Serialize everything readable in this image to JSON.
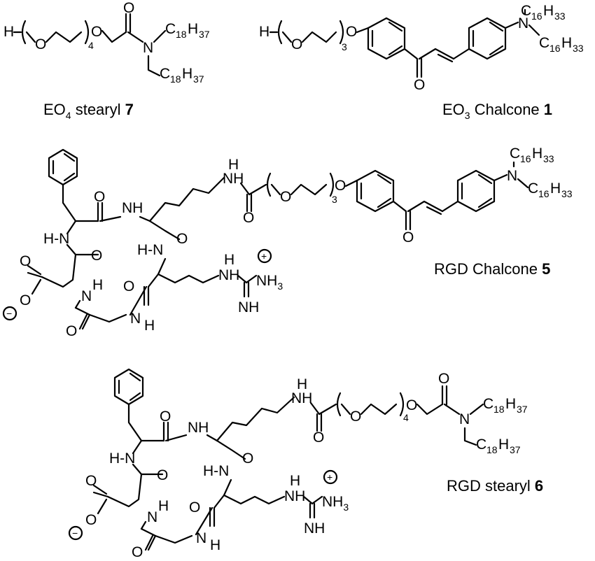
{
  "compounds": [
    {
      "id": "eo4-stearyl",
      "name": "EO",
      "sub": "4",
      "rest": " stearyl ",
      "num": "7"
    },
    {
      "id": "eo3-chalcone",
      "name": "EO",
      "sub": "3",
      "rest": " Chalcone ",
      "num": "1"
    },
    {
      "id": "rgd-chalcone",
      "name": "RGD Chalcone  ",
      "num": "5"
    },
    {
      "id": "rgd-stearyl",
      "name": "RGD stearyl ",
      "num": "6"
    }
  ],
  "labels": {
    "H": "H",
    "O": "O",
    "N": "N",
    "NH": "NH",
    "HN": "H-N",
    "HNdash": "H-N",
    "C": "C",
    "H18": "H",
    "n18": "18",
    "n37": "37",
    "n16": "16",
    "n33": "33",
    "n4": "4",
    "n3": "3",
    "NH3": "NH",
    "n3sub": "3",
    "plus": "+",
    "minus": "−",
    "Hsmall": "H"
  }
}
